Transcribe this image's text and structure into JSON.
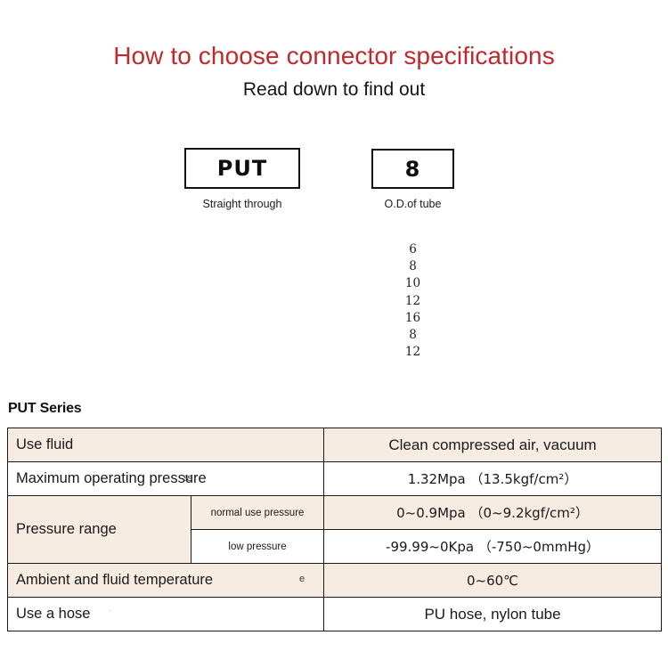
{
  "header": {
    "title": "How to choose connector specifications",
    "subtitle": "Read down to find out",
    "title_color": "#c1292c"
  },
  "selector": {
    "boxes": [
      {
        "code": "PUT",
        "caption": "Straight through"
      },
      {
        "code": "8",
        "caption": "O.D.of tube"
      }
    ],
    "tube_sizes": [
      "6",
      "8",
      "10",
      "12",
      "16",
      "8",
      "12"
    ]
  },
  "spec": {
    "heading": "PUT Series",
    "tint_color": "#f6ece1",
    "rows": [
      {
        "label": "Use fluid",
        "value": "Clean compressed air, vacuum"
      },
      {
        "label": "Maximum operating pressure",
        "value": "1.32Mpa （13.5kgf/cm²）",
        "artifact": "ss"
      },
      {
        "label": "Pressure range",
        "sub": [
          {
            "sublabel": "normal use pressure",
            "value": "0~0.9Mpa （0~9.2kgf/cm²）"
          },
          {
            "sublabel": "low pressure",
            "value": "-99.99~0Kpa （-750~0mmHg）"
          }
        ]
      },
      {
        "label": "Ambient and fluid temperature",
        "value": "0~60℃",
        "artifact": "e"
      },
      {
        "label": "Use a hose",
        "value": "PU hose, nylon tube",
        "artifact": "·"
      }
    ]
  }
}
